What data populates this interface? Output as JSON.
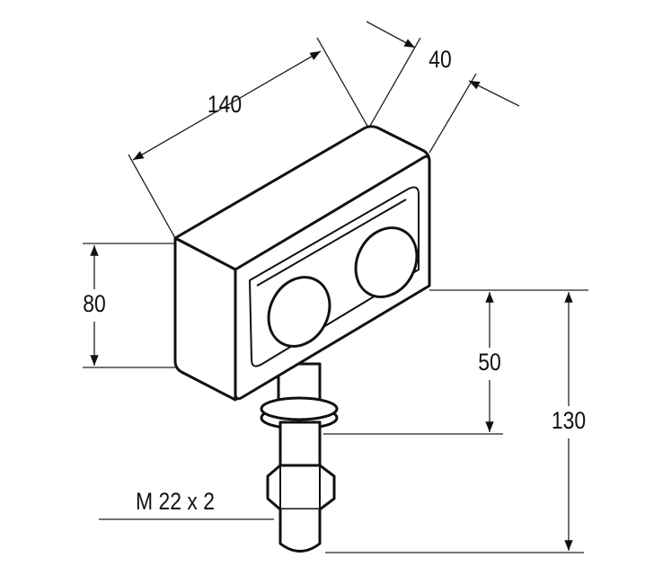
{
  "drawing": {
    "dimensions": {
      "length": "140",
      "depth": "40",
      "height": "80",
      "mount_offset": "50",
      "total_height": "130",
      "thread": "M 22 x 2"
    }
  }
}
